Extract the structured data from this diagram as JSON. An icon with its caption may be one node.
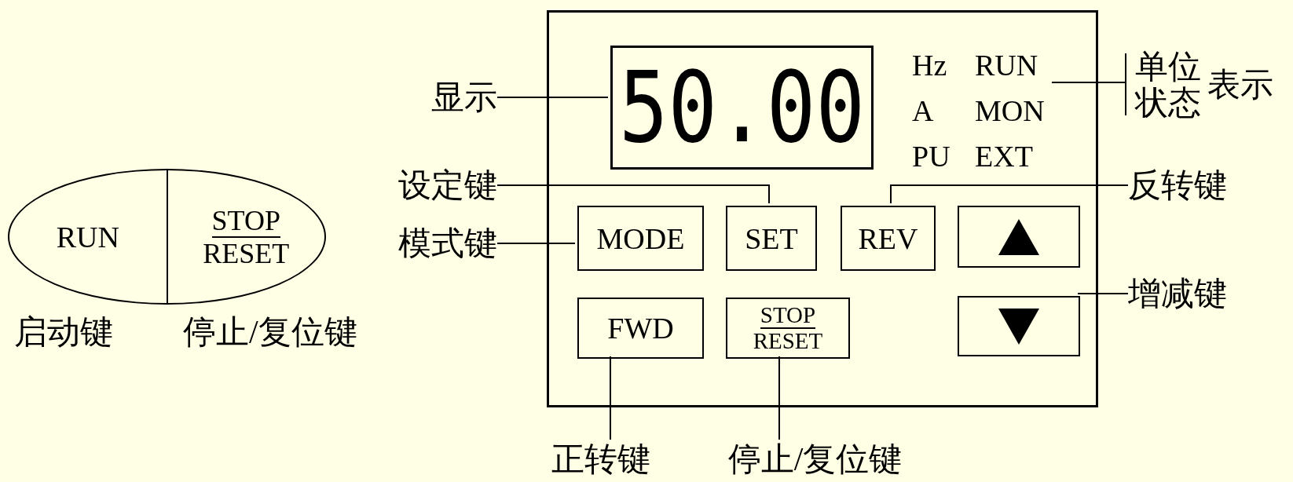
{
  "diagram": {
    "nodes": [
      {
        "text": [
          "RUN",
          "STOP",
          "RESET"
        ],
        "beside": [
          "启动键",
          "停止/复位键"
        ]
      },
      {
        "text": [],
        "shape": "box"
      },
      {
        "text": [
          "50.00"
        ],
        "in": 1
      },
      {
        "text": [
          "Hz",
          "RUN",
          "A",
          "MON",
          "PU",
          "EXT"
        ],
        "in": 1
      },
      {
        "text": [
          "MODE"
        ],
        "in": 1
      },
      {
        "text": [
          "SET"
        ],
        "in": 1
      },
      {
        "text": [
          "REV"
        ],
        "in": 1
      },
      {
        "text": [],
        "shape": "box",
        "in": 1
      },
      {
        "text": [
          "FWD"
        ],
        "in": 1
      },
      {
        "text": [
          "STOP",
          "RESET"
        ],
        "in": 1
      },
      {
        "text": [],
        "shape": "box",
        "in": 1
      },
      {
        "text": [
          "显示"
        ]
      },
      {
        "text": [
          "设定键"
        ]
      },
      {
        "text": [
          "模式键"
        ]
      },
      {
        "text": [
          "反转键"
        ]
      },
      {
        "text": [
          "增减键"
        ]
      },
      {
        "text": [
          "正转键"
        ]
      },
      {
        "text": [
          "停止/复位键"
        ]
      },
      {
        "text": [
          "单位",
          "状态",
          "表示"
        ]
      }
    ],
    "edges": [
      {
        "from": 11,
        "to": 2,
        "arrow": "none"
      },
      {
        "from": 12,
        "to": 5,
        "arrow": "none"
      },
      {
        "from": 13,
        "to": 4,
        "arrow": "none"
      },
      {
        "from": 14,
        "to": 6,
        "arrow": "none"
      },
      {
        "from": 15,
        "to": 10,
        "arrow": "none"
      },
      {
        "from": 16,
        "to": 8,
        "arrow": "none"
      },
      {
        "from": 17,
        "to": 9,
        "arrow": "none"
      },
      {
        "from": 18,
        "to": 3,
        "arrow": "none"
      }
    ]
  }
}
